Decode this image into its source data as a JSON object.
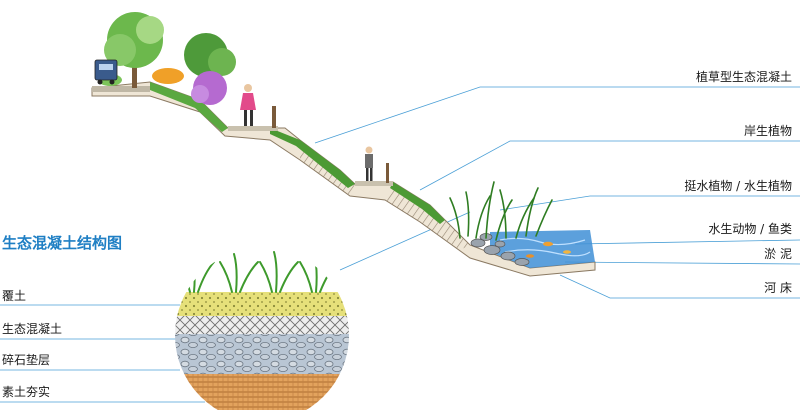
{
  "title": "生态混凝土结构图",
  "right_labels": [
    "植草型生态混凝土",
    "岸生植物",
    "挺水植物 / 水生植物",
    "水生动物 / 鱼类",
    "淤 泥",
    "河 床"
  ],
  "left_labels": [
    "覆土",
    "生态混凝土",
    "碎石垫层",
    "素土夯实"
  ],
  "colors": {
    "title": "#1f7fc4",
    "leader": "#4a9fd6",
    "grass": "#3e9a2c",
    "soil": "#d9b98e",
    "water": "#3f8fd6",
    "topsoil": "#e6e07a",
    "concrete": "#e8e8e8",
    "gravel": "#b9c6d4",
    "rammed_earth": "#e3a35d"
  }
}
